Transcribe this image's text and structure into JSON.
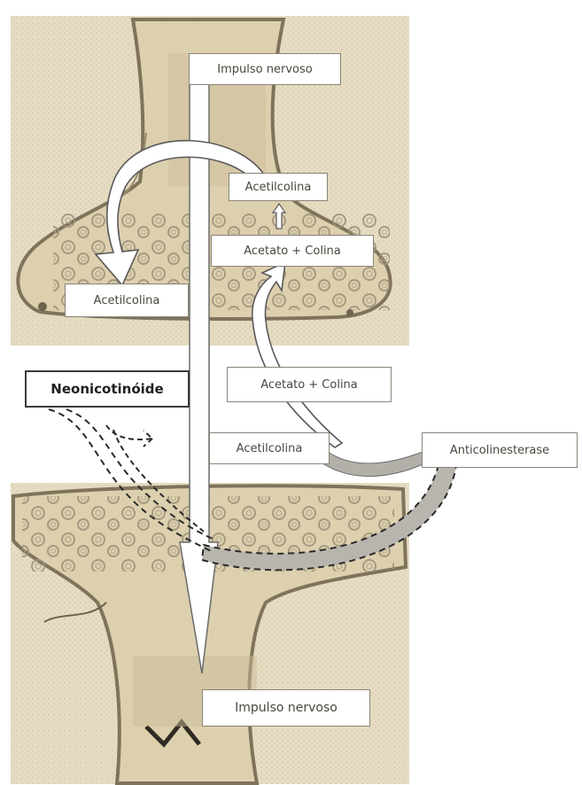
{
  "labels": {
    "impulse_top": "Impulso nervoso",
    "acetylcholine_upper": "Acetilcolina",
    "acetate_choline_upper": "Acetato + Colina",
    "acetylcholine_left": "Acetilcolina",
    "neonicotinoid": "Neonicotinóide",
    "acetate_choline_middle": "Acetato + Colina",
    "acetylcholine_cleft": "Acetilcolina",
    "anticholinesterase": "Anticolinesterase",
    "impulse_bottom": "Impulso nervoso"
  },
  "colors": {
    "tissue": "#e2d6b8",
    "tissue_dark": "#8c7f66",
    "vesicle": "#9c907a",
    "arrow_fill": "#ffffff",
    "arrow_stroke": "#5a5a5a",
    "grey_arrow": "#b3b0aa",
    "dashed": "#2a2a2a"
  }
}
